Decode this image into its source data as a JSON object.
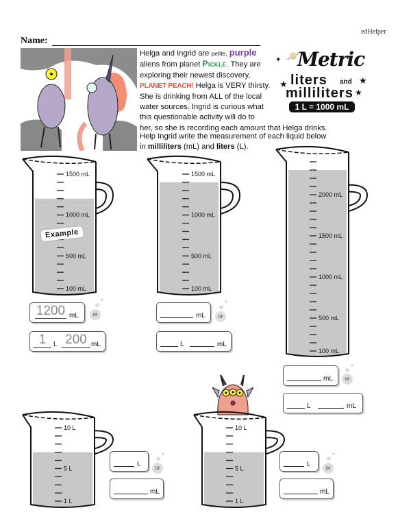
{
  "header": {
    "brand": "edHelper",
    "name_label": "Name:"
  },
  "story": {
    "l1a": "Helga and Ingrid are ",
    "l1b": "petite,",
    "l1c": "purple",
    "l2a": "aliens from planet ",
    "l2b": "Pickle",
    "l2c": ". They are",
    "l3": "exploring their newest discovery,",
    "l4a": "PLANET PEACH!",
    "l4b": " Helga is VERY thirsty.",
    "l5": "She is drinking from ALL of the local",
    "l6": "water sources. Ingrid is curious what",
    "l7": "this questionable activity will do to",
    "l8": "her, so she is recording each amount that Helga drinks."
  },
  "instructions": {
    "l1": "Help Ingrid write the measurement of each liquid below",
    "l2a": "in ",
    "l2b": "milliliters",
    "l2c": " (mL) and ",
    "l2d": "liters",
    "l2e": " (L)."
  },
  "title_block": {
    "metric": "Metric",
    "liters": "liters",
    "and": "and",
    "milliliters": "milliliters",
    "equation": "1 L = 1000 mL"
  },
  "example_label": "Example",
  "or_label": "or",
  "units": {
    "ml": "mL",
    "l": "L"
  },
  "beakers": [
    {
      "unit": "mL",
      "min": 100,
      "max": 1500,
      "step": 100,
      "labels": [
        1500,
        1000,
        500,
        100
      ],
      "fill": 1200,
      "answers": {
        "ml": "1200",
        "l": "1",
        "l_ml": "200"
      }
    },
    {
      "unit": "mL",
      "min": 100,
      "max": 1500,
      "step": 100,
      "labels": [
        1500,
        1000,
        500,
        100
      ],
      "fill": 1400
    },
    {
      "unit": "mL",
      "min": 100,
      "max": 2400,
      "step": 100,
      "labels": [
        2000,
        1500,
        1000,
        500,
        100
      ],
      "fill": 2300
    },
    {
      "unit": "L",
      "min": 1,
      "max": 10,
      "step": 1,
      "labels": [
        10,
        5,
        1
      ],
      "fill": 7
    },
    {
      "unit": "L",
      "min": 1,
      "max": 10,
      "step": 1,
      "labels": [
        10,
        5,
        1
      ],
      "fill": 7
    }
  ],
  "colors": {
    "liquid": "#c8c8c8",
    "purple": "#7a3fa0",
    "pickle": "#1a9a3a",
    "peach": "#e2532e",
    "alien": "#f0a090"
  }
}
